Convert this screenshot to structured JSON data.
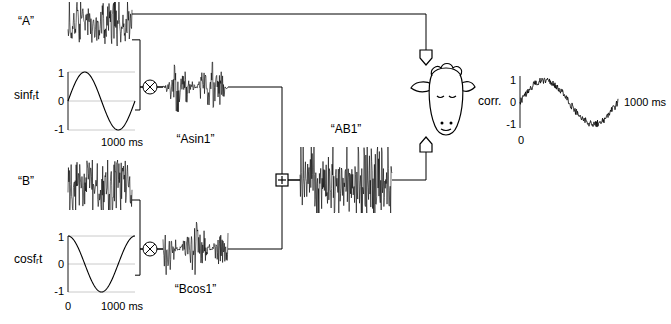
{
  "diagram": {
    "nodes": [
      {
        "text": [
          "“A”"
        ]
      },
      {
        "text": [
          "sinfᵣt"
        ]
      },
      {
        "text": [
          "“Asin1”"
        ]
      },
      {
        "text": [
          "“B”"
        ]
      },
      {
        "text": [
          "cosfᵣt"
        ]
      },
      {
        "text": [
          "“Bcos1”"
        ]
      },
      {
        "text": [
          "“AB1”"
        ]
      },
      {
        "text": [
          "corr."
        ]
      }
    ],
    "edges": [
      {
        "from": 0,
        "to": 2,
        "arrow": "none"
      },
      {
        "from": 1,
        "to": 2,
        "arrow": "none"
      },
      {
        "from": 3,
        "to": 5,
        "arrow": "none"
      },
      {
        "from": 4,
        "to": 5,
        "arrow": "none"
      },
      {
        "from": 2,
        "to": 6,
        "arrow": "none"
      },
      {
        "from": 5,
        "to": 6,
        "arrow": "none"
      }
    ],
    "labels": [
      "1",
      "0",
      "-1",
      "1000 ms",
      "1",
      "0",
      "-1",
      "0",
      "1000 ms",
      "1",
      "0",
      "-1",
      "0",
      "1000 ms"
    ]
  }
}
